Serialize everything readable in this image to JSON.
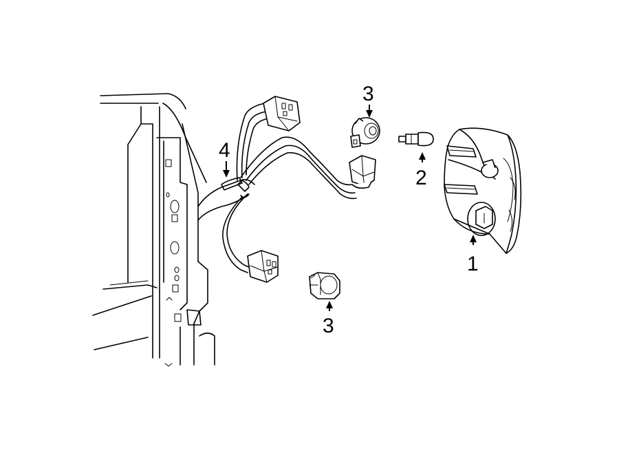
{
  "callouts": [
    {
      "id": "tail-lamp-assembly",
      "label": "1"
    },
    {
      "id": "bulb",
      "label": "2"
    },
    {
      "id": "socket-upper",
      "label": "3"
    },
    {
      "id": "socket-lower",
      "label": "3"
    },
    {
      "id": "wiring-harness",
      "label": "4"
    }
  ]
}
